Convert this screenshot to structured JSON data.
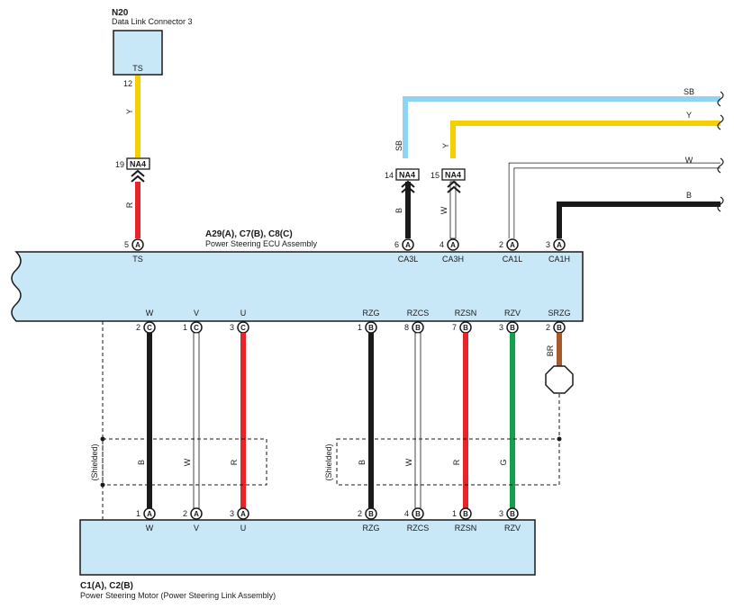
{
  "components": {
    "dlc3": {
      "code": "N20",
      "name": "Data Link Connector 3",
      "pin_label": "TS",
      "pin_number": "12"
    },
    "ecu": {
      "code": "A29(A), C7(B), C8(C)",
      "name": "Power Steering ECU Assembly"
    },
    "motor": {
      "code": "C1(A), C2(B)",
      "name": "Power Steering Motor (Power Steering Link Assembly)"
    }
  },
  "junctions": [
    {
      "id": "na4_1",
      "label": "NA4",
      "pin": "19"
    },
    {
      "id": "na4_2",
      "label": "NA4",
      "pin": "14"
    },
    {
      "id": "na4_3",
      "label": "NA4",
      "pin": "15"
    }
  ],
  "ecu_top_pins": [
    {
      "id": "ts",
      "label": "TS",
      "num": "5",
      "letter": "A"
    },
    {
      "id": "ca3l",
      "label": "CA3L",
      "num": "6",
      "letter": "A"
    },
    {
      "id": "ca3h",
      "label": "CA3H",
      "num": "4",
      "letter": "A"
    },
    {
      "id": "ca1l",
      "label": "CA1L",
      "num": "2",
      "letter": "A"
    },
    {
      "id": "ca1h",
      "label": "CA1H",
      "num": "3",
      "letter": "A"
    }
  ],
  "ecu_bottom_pins": [
    {
      "id": "w",
      "label": "W",
      "num": "2",
      "letter": "C"
    },
    {
      "id": "v",
      "label": "V",
      "num": "1",
      "letter": "C"
    },
    {
      "id": "u",
      "label": "U",
      "num": "3",
      "letter": "C"
    },
    {
      "id": "rzg",
      "label": "RZG",
      "num": "1",
      "letter": "B"
    },
    {
      "id": "rzcs",
      "label": "RZCS",
      "num": "8",
      "letter": "B"
    },
    {
      "id": "rzsn",
      "label": "RZSN",
      "num": "7",
      "letter": "B"
    },
    {
      "id": "rzv",
      "label": "RZV",
      "num": "3",
      "letter": "B"
    },
    {
      "id": "srzg",
      "label": "SRZG",
      "num": "2",
      "letter": "B"
    }
  ],
  "motor_pins": [
    {
      "id": "w",
      "label": "W",
      "num": "1",
      "letter": "A"
    },
    {
      "id": "v",
      "label": "V",
      "num": "2",
      "letter": "A"
    },
    {
      "id": "u",
      "label": "U",
      "num": "3",
      "letter": "A"
    },
    {
      "id": "rzg",
      "label": "RZG",
      "num": "2",
      "letter": "B"
    },
    {
      "id": "rzcs",
      "label": "RZCS",
      "num": "4",
      "letter": "B"
    },
    {
      "id": "rzsn",
      "label": "RZSN",
      "num": "1",
      "letter": "B"
    },
    {
      "id": "rzv",
      "label": "RZV",
      "num": "3",
      "letter": "B"
    }
  ],
  "wires": [
    {
      "id": "dlc-upper",
      "code": "Y",
      "color": "#f5d000"
    },
    {
      "id": "dlc-lower",
      "code": "R",
      "color": "#e8242a"
    },
    {
      "id": "can-sb",
      "code": "SB",
      "color": "#8fd4f2"
    },
    {
      "id": "can-sb-right",
      "code": "SB",
      "color": "#8fd4f2"
    },
    {
      "id": "can-y",
      "code": "Y",
      "color": "#f5d000"
    },
    {
      "id": "can-y-right",
      "code": "Y",
      "color": "#f5d000"
    },
    {
      "id": "ca3l",
      "code": "B",
      "color": "#1a1a1a"
    },
    {
      "id": "ca3h",
      "code": "W",
      "color": "#ffffff"
    },
    {
      "id": "ca1l",
      "code": "W",
      "color": "#ffffff"
    },
    {
      "id": "ca1h",
      "code": "B",
      "color": "#1a1a1a"
    },
    {
      "id": "w",
      "code": "B",
      "color": "#1a1a1a"
    },
    {
      "id": "v",
      "code": "W",
      "color": "#ffffff"
    },
    {
      "id": "u",
      "code": "R",
      "color": "#e8242a"
    },
    {
      "id": "rzg",
      "code": "B",
      "color": "#1a1a1a"
    },
    {
      "id": "rzcs",
      "code": "W",
      "color": "#ffffff"
    },
    {
      "id": "rzsn",
      "code": "R",
      "color": "#e8242a"
    },
    {
      "id": "rzv",
      "code": "G",
      "color": "#13a04a"
    },
    {
      "id": "srzg",
      "code": "BR",
      "color": "#a85a2c"
    }
  ],
  "shield_label": "(Shielded)",
  "colors": {
    "component_fill": "#c8e8f8",
    "outline": "#1a1a1a"
  }
}
